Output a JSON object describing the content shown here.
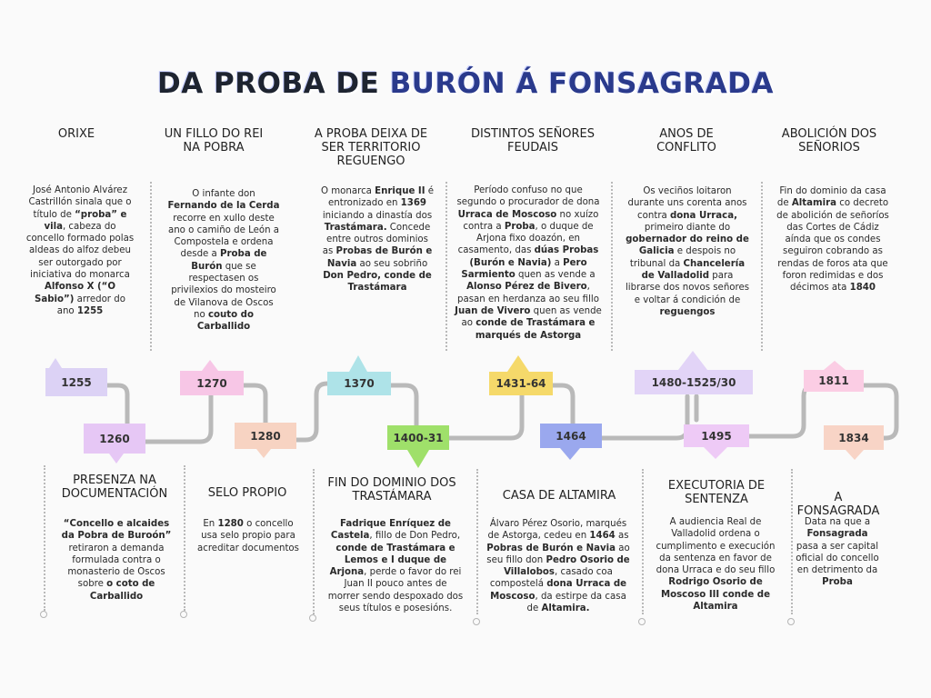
{
  "title": {
    "part1": "DA PROBA DE ",
    "part2": "BURÓN Á FONSAGRADA"
  },
  "top": [
    {
      "head": "ORIXE",
      "body": [
        [
          "José Antonio Alvárez Castrillón sinala que o título de ",
          ""
        ],
        [
          "“proba” e vila",
          "b"
        ],
        [
          ", cabeza do concello formado polas aldeas do alfoz debeu ser outorgado por iniciativa do monarca ",
          ""
        ],
        [
          "Alfonso X (“O Sabio”)",
          "b"
        ],
        [
          " arredor do ano ",
          ""
        ],
        [
          "1255",
          "b"
        ]
      ]
    },
    {
      "head": "UN FILLO DO REI NA POBRA",
      "body": [
        [
          "O infante don ",
          ""
        ],
        [
          "Fernando de la Cerda",
          "b"
        ],
        [
          " recorre en xullo deste ano o camiño de León a Compostela  e ordena desde a  ",
          ""
        ],
        [
          "Proba de Burón",
          "b"
        ],
        [
          " que se respectasen os privilexios do mosteiro de Vilanova de Oscos no ",
          ""
        ],
        [
          "couto do Carballido",
          "b"
        ]
      ]
    },
    {
      "head": "A PROBA DEIXA DE SER TERRITORIO REGUENGO",
      "body": [
        [
          "O monarca ",
          ""
        ],
        [
          "Enrique II",
          "b"
        ],
        [
          " é entronizado en ",
          ""
        ],
        [
          "1369",
          "b"
        ],
        [
          " iniciando a dinastía dos ",
          ""
        ],
        [
          "Trastámara.",
          "b"
        ],
        [
          " Concede entre outros dominios as ",
          ""
        ],
        [
          "Probas de Burón e Navia",
          "b"
        ],
        [
          " ao seu sobriño ",
          ""
        ],
        [
          "Don Pedro, conde de Trastámara",
          "b"
        ]
      ]
    },
    {
      "head": "DISTINTOS SEÑORES FEUDAIS",
      "body": [
        [
          "Período confuso no que segundo o procurador de dona ",
          ""
        ],
        [
          "Urraca de Moscoso",
          "b"
        ],
        [
          " no xuízo contra a ",
          ""
        ],
        [
          "Proba",
          "b"
        ],
        [
          ", o duque de Arjona fixo doazón, en casamento, das ",
          ""
        ],
        [
          "dúas Probas (Burón e Navia)",
          "b"
        ],
        [
          " a ",
          ""
        ],
        [
          "Pero Sarmiento",
          "b"
        ],
        [
          " quen as vende a ",
          ""
        ],
        [
          "Alonso Pérez de Bivero",
          "b"
        ],
        [
          ", pasan en herdanza ao seu fillo ",
          ""
        ],
        [
          "Juan de Vivero",
          "b"
        ],
        [
          " quen as vende ao ",
          ""
        ],
        [
          "conde de Trastámara e marqués de Astorga",
          "b"
        ]
      ]
    },
    {
      "head": "ANOS DE CONFLITO",
      "body": [
        [
          "Os veciños loitaron durante uns corenta anos contra ",
          ""
        ],
        [
          "dona Urraca,",
          "b"
        ],
        [
          " primeiro diante do ",
          ""
        ],
        [
          "gobernador do reino de Galicia",
          "b"
        ],
        [
          " e despois no tribunal da ",
          ""
        ],
        [
          "Chancelería de Valladolid",
          "b"
        ],
        [
          " para librarse dos novos señores e voltar á condición de ",
          ""
        ],
        [
          "reguengos",
          "b"
        ]
      ]
    },
    {
      "head": "ABOLICIÓN DOS SEÑORIOS",
      "body": [
        [
          "Fin do dominio da casa de ",
          ""
        ],
        [
          "Altamira",
          "b"
        ],
        [
          " co decreto de abolición de señoríos das Cortes de Cádiz aínda que os condes seguiron cobrando as rendas de foros ata que foron redimidas e dos décimos ata ",
          ""
        ],
        [
          "1840",
          "b"
        ]
      ]
    }
  ],
  "bottom": [
    {
      "head": "PRESENZA NA DOCUMENTACIÓN",
      "body": [
        [
          "“Concello e alcaides da Pobra de Buroón”",
          "b"
        ],
        [
          " retiraron a demanda formulada contra o monasterio de Oscos sobre ",
          ""
        ],
        [
          "o coto de Carballido",
          "b"
        ]
      ]
    },
    {
      "head": "SELO PROPIO",
      "body": [
        [
          "En ",
          ""
        ],
        [
          "1280",
          "b"
        ],
        [
          " o concello usa selo propio para acreditar documentos",
          ""
        ]
      ]
    },
    {
      "head": "FIN DO DOMINIO DOS TRASTÁMARA",
      "body": [
        [
          "Fadrique Enríquez de Castela",
          "b"
        ],
        [
          ", fillo de Don Pedro, ",
          ""
        ],
        [
          "conde de Trastámara e Lemos e I duque de Arjona",
          "b"
        ],
        [
          ", perde o favor do rei Juan II pouco antes de morrer sendo despoxado dos seus títulos e posesións.",
          ""
        ]
      ]
    },
    {
      "head": "CASA DE ALTAMIRA",
      "body": [
        [
          "Álvaro Pérez Osorio, marqués de Astorga, cedeu en ",
          ""
        ],
        [
          "1464",
          "b"
        ],
        [
          " as ",
          ""
        ],
        [
          "Pobras de Burón e Navia",
          "b"
        ],
        [
          " ao seu fillo don ",
          ""
        ],
        [
          "Pedro Osorio de Villalobos",
          "b"
        ],
        [
          ", casado coa compostelá ",
          ""
        ],
        [
          "dona Urraca de Moscoso",
          "b"
        ],
        [
          ", da estirpe da casa de ",
          ""
        ],
        [
          "Altamira.",
          "b"
        ]
      ]
    },
    {
      "head": "EXECUTORIA DE SENTENZA",
      "body": [
        [
          "A audiencia Real de Valladolid ordena o cumplimento e execución da sentenza en favor de dona Urraca e do seu fillo ",
          ""
        ],
        [
          "Rodrigo Osorio de Moscoso III conde de Altamira",
          "b"
        ]
      ]
    },
    {
      "head": "A FONSAGRADA",
      "body": [
        [
          "Data na que a ",
          ""
        ],
        [
          "Fonsagrada",
          "b"
        ],
        [
          " pasa a ser capital oficial do concello en detrimento da ",
          ""
        ],
        [
          "Proba",
          "b"
        ]
      ]
    }
  ],
  "labels": [
    {
      "text": "1255",
      "color": "#dcd2f5"
    },
    {
      "text": "1260",
      "color": "#e6c7f5"
    },
    {
      "text": "1270",
      "color": "#f7c6e6"
    },
    {
      "text": "1280",
      "color": "#f7d3c2"
    },
    {
      "text": "1370",
      "color": "#aee3e8"
    },
    {
      "text": "1400-31",
      "color": "#9fe06a"
    },
    {
      "text": "1431-64",
      "color": "#f5d96a"
    },
    {
      "text": "1464",
      "color": "#9aa8ee"
    },
    {
      "text": "1480-1525/30",
      "color": "#e2d4f7"
    },
    {
      "text": "1495",
      "color": "#eecaf6"
    },
    {
      "text": "1811",
      "color": "#fbcde4"
    },
    {
      "text": "1834",
      "color": "#f8d4c6"
    }
  ],
  "colors": {
    "line": "#b9b9b9",
    "title_dark": "#1e2430",
    "title_blue": "#2a3a8c"
  }
}
